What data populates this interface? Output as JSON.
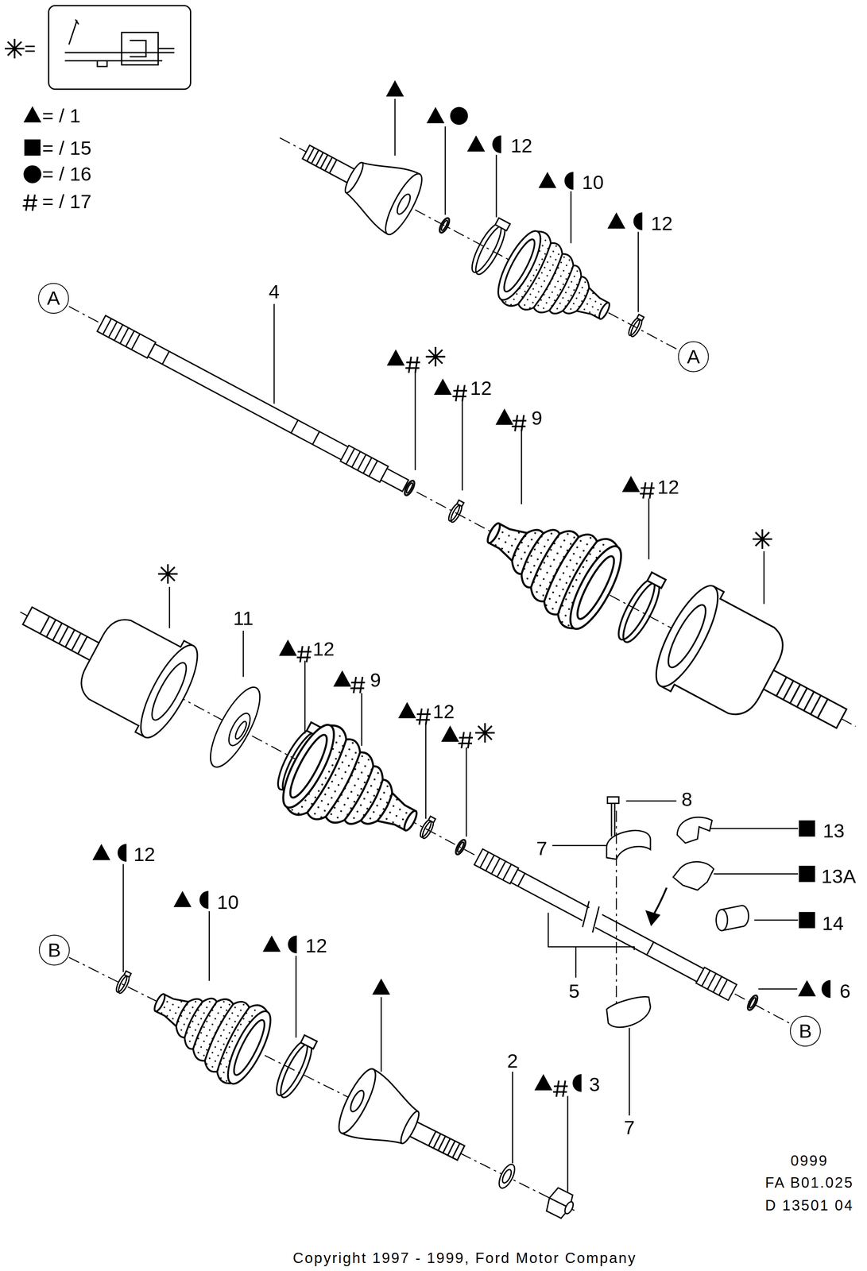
{
  "diagram": {
    "nodes": [
      {
        "text": [
          "A"
        ]
      },
      {
        "text": [
          "A"
        ]
      },
      {
        "text": [
          "B"
        ]
      },
      {
        "text": [
          "B"
        ]
      }
    ],
    "labels": [
      "12",
      "10",
      "12",
      "4",
      "12",
      "9",
      "12",
      "11",
      "12",
      "9",
      "12",
      "8",
      "13",
      "7",
      "13A",
      "14",
      "5",
      "6",
      "12",
      "10",
      "12",
      "2",
      "3",
      "7",
      "0999",
      "FA B01.025",
      "D 13501 04",
      "Copyright 1997 - 1999, Ford Motor Company"
    ],
    "legend": [
      {
        "text": "="
      },
      {
        "text": "= / 1"
      },
      {
        "text": "= / 15"
      },
      {
        "text": "= / 16"
      },
      {
        "text": "= / 17"
      }
    ]
  }
}
